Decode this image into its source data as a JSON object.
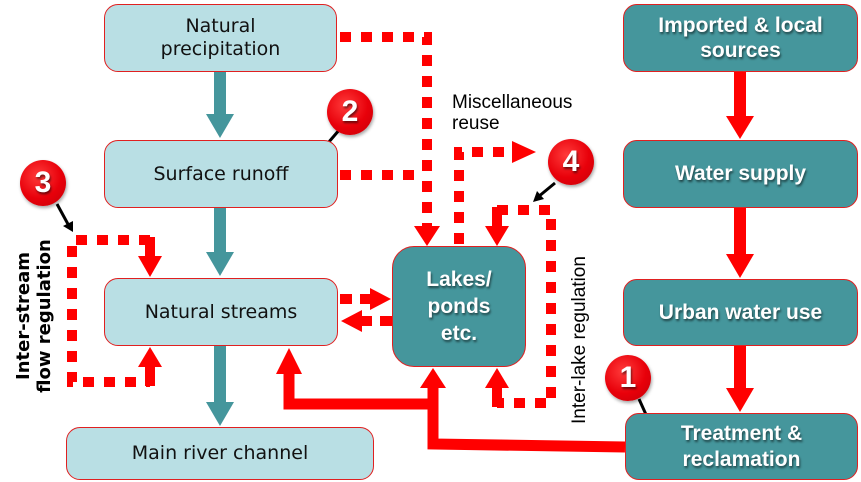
{
  "diagram": {
    "colors": {
      "light_box_fill": "#b9dfe4",
      "dark_box_fill": "#45969c",
      "box_border": "#e02020",
      "natural_flow_arrow": "#45969c",
      "engineered_flow_arrow": "#ff0000",
      "badge": "#e8000a"
    },
    "nodes": {
      "natural_precipitation": "Natural precipitation",
      "surface_runoff": "Surface runoff",
      "natural_streams": "Natural streams",
      "main_river_channel": "Main river channel",
      "lakes_ponds": "Lakes/ ponds etc.",
      "imported_local_sources": "Imported & local sources",
      "water_supply": "Water supply",
      "urban_water_use": "Urban water use",
      "treatment_reclamation": "Treatment & reclamation"
    },
    "labels": {
      "misc_reuse_line1": "Miscellaneous",
      "misc_reuse_line2": "reuse",
      "inter_stream_line1": "Inter-stream",
      "inter_stream_line2": "flow regulation",
      "inter_lake": "Inter-lake regulation"
    },
    "badges": [
      "1",
      "2",
      "3",
      "4"
    ],
    "edges": [
      {
        "from": "Natural precipitation",
        "to": "Surface runoff",
        "style": "solid",
        "color": "teal"
      },
      {
        "from": "Surface runoff",
        "to": "Natural streams",
        "style": "solid",
        "color": "teal"
      },
      {
        "from": "Natural streams",
        "to": "Main river channel",
        "style": "solid",
        "color": "teal"
      },
      {
        "from": "Natural precipitation",
        "to": "Lakes/ ponds etc.",
        "style": "dotted",
        "color": "red"
      },
      {
        "from": "Surface runoff",
        "to": "Lakes/ ponds etc.",
        "style": "dotted",
        "color": "red"
      },
      {
        "from": "Lakes/ ponds etc.",
        "to": "Miscellaneous reuse",
        "style": "dotted",
        "color": "red"
      },
      {
        "from": "Natural streams",
        "to": "Lakes/ ponds etc.",
        "style": "dashed",
        "color": "red"
      },
      {
        "from": "Lakes/ ponds etc.",
        "to": "Natural streams",
        "style": "dashed",
        "color": "red"
      },
      {
        "from": "Inter-stream flow regulation",
        "to": "Natural streams",
        "style": "dotted",
        "color": "red"
      },
      {
        "from": "Inter-lake regulation",
        "to": "Lakes/ ponds etc.",
        "style": "dotted",
        "color": "red"
      },
      {
        "from": "Imported & local sources",
        "to": "Water supply",
        "style": "solid",
        "color": "red"
      },
      {
        "from": "Water supply",
        "to": "Urban water use",
        "style": "solid",
        "color": "red"
      },
      {
        "from": "Urban water use",
        "to": "Treatment & reclamation",
        "style": "solid",
        "color": "red"
      },
      {
        "from": "Treatment & reclamation",
        "to": "Lakes/ ponds etc.",
        "style": "solid",
        "color": "red"
      },
      {
        "from": "Treatment & reclamation",
        "to": "Natural streams",
        "style": "solid",
        "color": "red"
      }
    ]
  }
}
